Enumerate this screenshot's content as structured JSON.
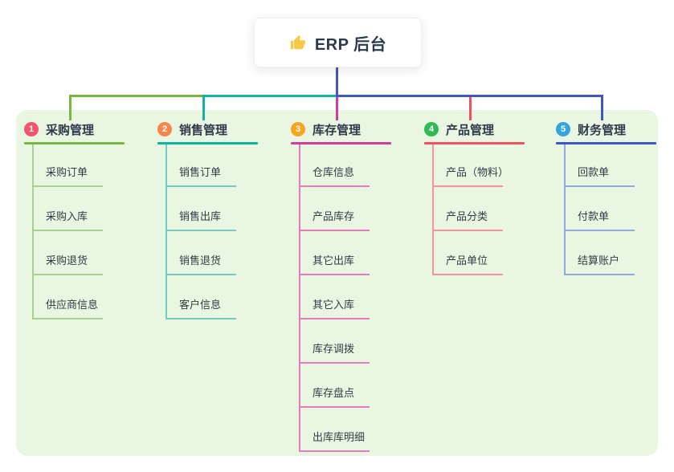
{
  "root": {
    "label": "ERP 后台",
    "icon": "thumbs-up"
  },
  "branches": [
    {
      "number": "1",
      "label": "采购管理",
      "badge_color": "#f4546d",
      "line_color": "#77b63f",
      "sub_line_color": "#a8d38c",
      "children": [
        "采购订单",
        "采购入库",
        "采购退货",
        "供应商信息"
      ]
    },
    {
      "number": "2",
      "label": "销售管理",
      "badge_color": "#f6864e",
      "line_color": "#13b2a4",
      "sub_line_color": "#74cbc0",
      "children": [
        "销售订单",
        "销售出库",
        "销售退货",
        "客户信息"
      ]
    },
    {
      "number": "3",
      "label": "库存管理",
      "badge_color": "#f7a623",
      "line_color": "#cf3e9b",
      "sub_line_color": "#e77abc",
      "children": [
        "仓库信息",
        "产品库存",
        "其它出库",
        "其它入库",
        "库存调拨",
        "库存盘点",
        "出库库明细"
      ]
    },
    {
      "number": "4",
      "label": "产品管理",
      "badge_color": "#2fba55",
      "line_color": "#f0525d",
      "sub_line_color": "#f4959d",
      "children": [
        "产品（物料）",
        "产品分类",
        "产品单位"
      ]
    },
    {
      "number": "5",
      "label": "财务管理",
      "badge_color": "#33a5de",
      "line_color": "#3f57c5",
      "sub_line_color": "#93a7e2",
      "children": [
        "回款单",
        "付款单",
        "结算账户"
      ]
    }
  ],
  "palette": {
    "page_bg": "#ffffff",
    "panel_bg": "#e9f6e2",
    "trunk_blue": "#4456c6",
    "root_text": "#2c3a4e",
    "heading_text": "#2f3b4a",
    "item_text": "#333b45",
    "thumb_yellow": "#f7c948"
  }
}
